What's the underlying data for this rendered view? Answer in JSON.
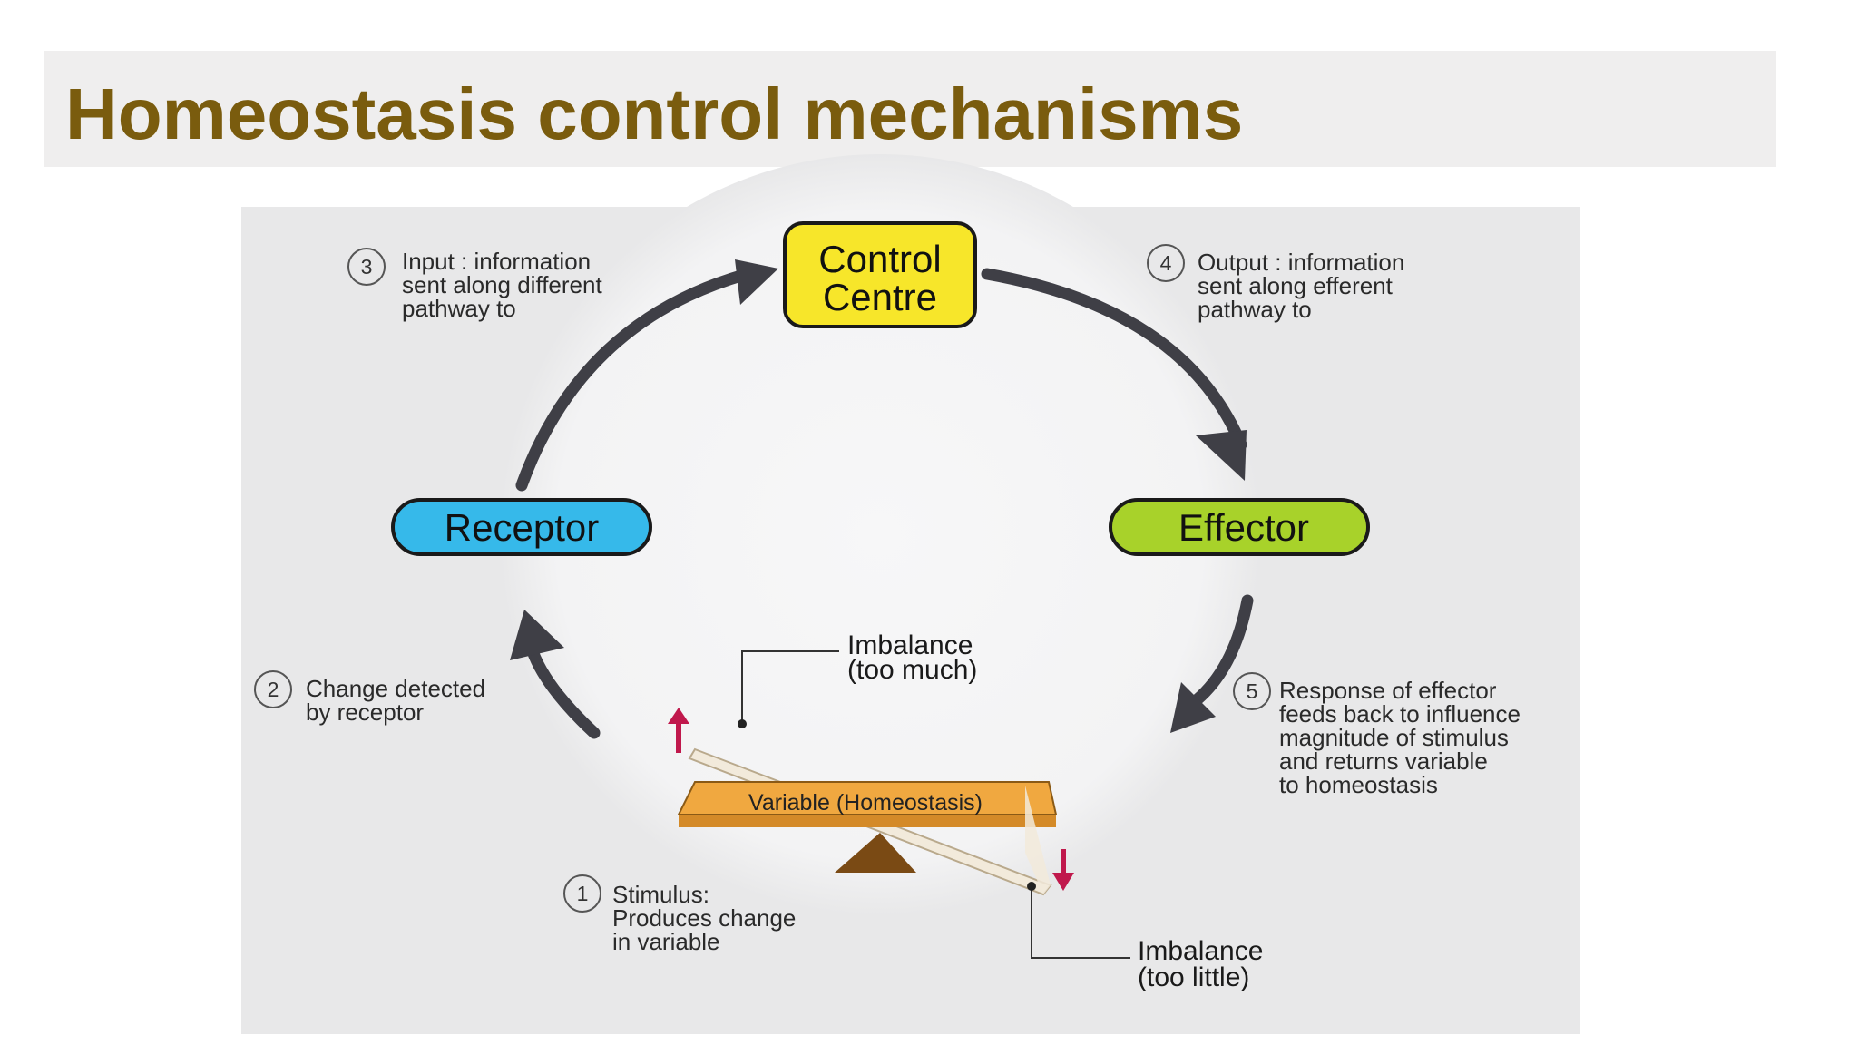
{
  "slide": {
    "title": "Homeostasis control mechanisms"
  },
  "diagram": {
    "control_centre": {
      "line1": "Control",
      "line2": "Centre",
      "color": "#f7e62a"
    },
    "receptor": {
      "label": "Receptor",
      "color": "#36b9ea"
    },
    "effector": {
      "label": "Effector",
      "color": "#a8d22a"
    },
    "variable": {
      "label": "Variable (Homeostasis)",
      "color": "#f0a840"
    },
    "steps": [
      {
        "number": "1",
        "lines": [
          "Stimulus:",
          "Produces change",
          "in variable"
        ]
      },
      {
        "number": "2",
        "lines": [
          "Change detected",
          "by receptor"
        ]
      },
      {
        "number": "3",
        "lines": [
          "Input : information",
          "sent along different",
          "pathway to"
        ]
      },
      {
        "number": "4",
        "lines": [
          "Output : information",
          "sent along efferent",
          "pathway to"
        ]
      },
      {
        "number": "5",
        "lines": [
          "Response of effector",
          "feeds back to influence",
          "magnitude of stimulus",
          "and returns variable",
          "to homeostasis"
        ]
      }
    ],
    "imbalance_high": {
      "line1": "Imbalance",
      "line2": "(too much)"
    },
    "imbalance_low": {
      "line1": "Imbalance",
      "line2": "(too little)"
    },
    "arrow_color": "#3f3f46",
    "indicator_color": "#c0184c"
  }
}
